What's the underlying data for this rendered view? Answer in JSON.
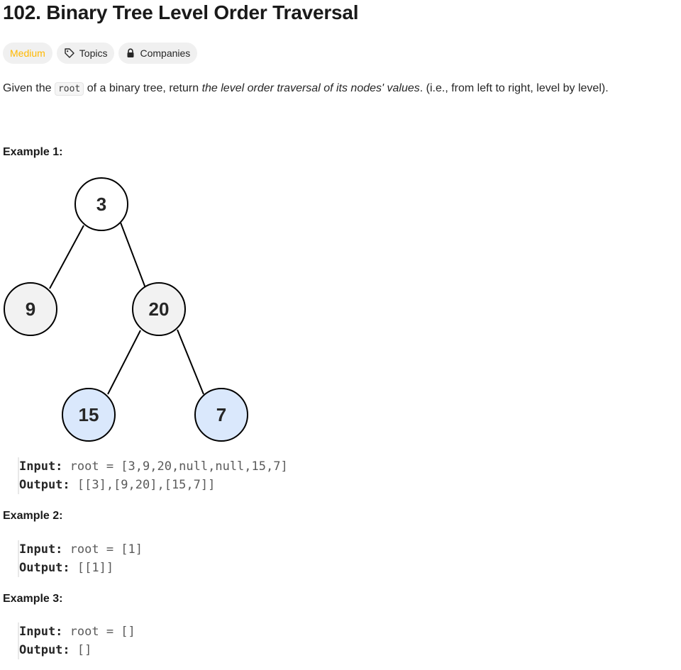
{
  "problem": {
    "title": "102. Binary Tree Level Order Traversal",
    "difficulty": "Medium",
    "topics_label": "Topics",
    "companies_label": "Companies"
  },
  "description": {
    "before": "Given the ",
    "code": "root",
    "middle": " of a binary tree, return ",
    "italic": "the level order traversal of its nodes' values",
    "after": ". (i.e., from left to right, level by level)."
  },
  "examples": [
    {
      "title": "Example 1:",
      "input_label": "Input:",
      "input_value": " root = [3,9,20,null,null,15,7]",
      "output_label": "Output:",
      "output_value": " [[3],[9,20],[15,7]]"
    },
    {
      "title": "Example 2:",
      "input_label": "Input:",
      "input_value": " root = [1]",
      "output_label": "Output:",
      "output_value": " [[1]]"
    },
    {
      "title": "Example 3:",
      "input_label": "Input:",
      "input_value": " root = []",
      "output_label": "Output:",
      "output_value": " []"
    }
  ],
  "tree": {
    "nodes": [
      "3",
      "9",
      "20",
      "15",
      "7"
    ],
    "colors": {
      "default_fill": "#f2f2f2",
      "highlight_fill": "#dae8fc",
      "stroke": "#000000"
    }
  }
}
